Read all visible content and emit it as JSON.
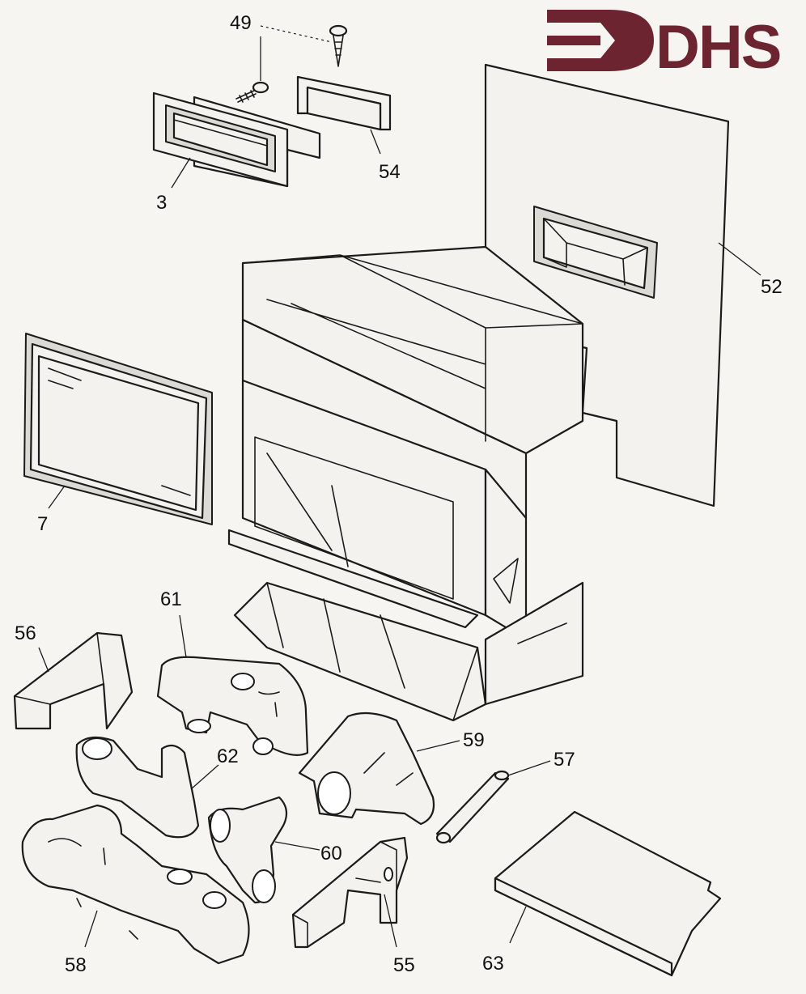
{
  "brand": {
    "name": "DHS",
    "color": "#6b2430"
  },
  "callouts": {
    "c49": "49",
    "c3": "3",
    "c54": "54",
    "c52": "52",
    "c7": "7",
    "c61": "61",
    "c56": "56",
    "c59": "59",
    "c57": "57",
    "c62": "62",
    "c60": "60",
    "c58": "58",
    "c55": "55",
    "c63": "63"
  }
}
